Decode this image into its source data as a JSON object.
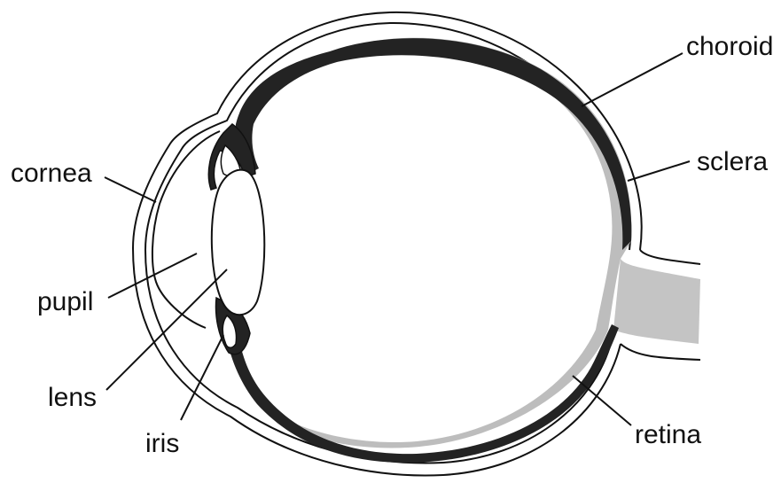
{
  "labels": {
    "cornea": "cornea",
    "pupil": "pupil",
    "lens": "lens",
    "iris": "iris",
    "choroid": "choroid",
    "sclera": "sclera",
    "retina": "retina"
  },
  "colors": {
    "outline": "#111111",
    "choroid_fill": "#232323",
    "retina_fill": "#bdbdbd",
    "optic_nerve_fill": "#c4c4c4",
    "background": "#ffffff"
  }
}
